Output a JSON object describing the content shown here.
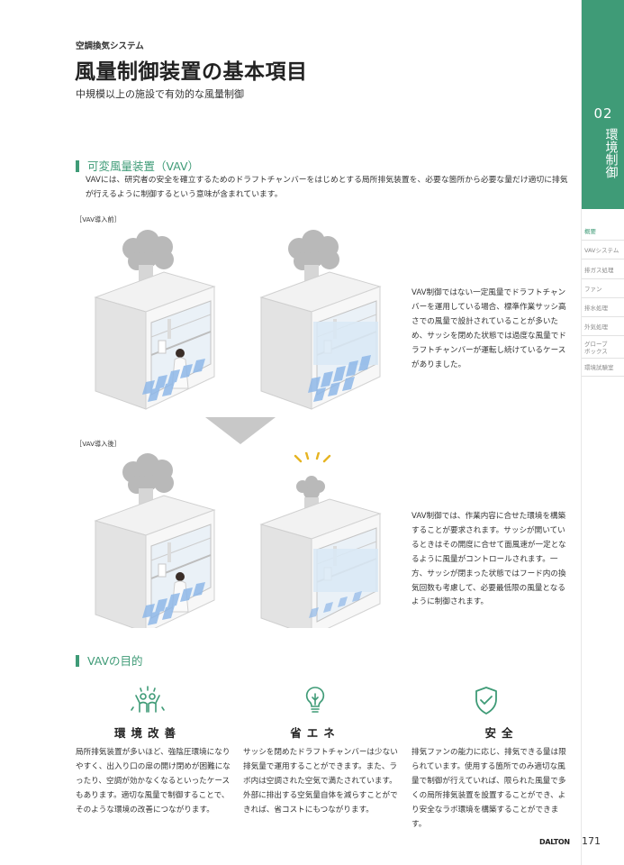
{
  "header": {
    "eyebrow": "空調換気システム",
    "title": "風量制御装置の基本項目",
    "subtitle": "中規模以上の施設で有効的な風量制御"
  },
  "section_vav": {
    "heading": "可変風量装置（VAV）",
    "description": "VAVには、研究者の安全を確立するためのドラフトチャンバーをはじめとする局所排気装置を、必要な箇所から必要な量だけ適切に排気が行えるように制御するという意味が含まれています。"
  },
  "case_before": {
    "label": "［VAV導入前］",
    "text": "VAV制御ではない一定風量でドラフトチャンバーを運用している場合、標準作業サッシ高さでの風量で設計されていることが多いため、サッシを閉めた状態では過度な風量でドラフトチャンバーが運転し続けているケースがありました。"
  },
  "case_after": {
    "label": "［VAV導入後］",
    "text": "VAV制御では、作業内容に合せた環境を構築することが要求されます。サッシが開いているときはその開度に合せて面風速が一定となるように風量がコントロールされます。一方、サッシが閉まった状態ではフード内の換気回数も考慮して、必要最低限の風量となるように制御されます。"
  },
  "section_purpose": {
    "heading": "VAVの目的",
    "items": [
      {
        "icon": "people-cheer-icon",
        "title": "環境改善",
        "body": "局所排気装置が多いほど、強陰圧環境になりやすく、出入り口の扉の開け閉めが困難になったり、空調が効かなくなるといったケースもあります。適切な風量で制御することで、そのような環境の改善につながります。"
      },
      {
        "icon": "lightbulb-icon",
        "title": "省エネ",
        "body": "サッシを閉めたドラフトチャンバーは少ない排気量で運用することができます。また、ラボ内は空調された空気で満たされています。外部に排出する空気量自体を減らすことができれば、省コストにもつながります。"
      },
      {
        "icon": "shield-check-icon",
        "title": "安全",
        "body": "排気ファンの能力に応じ、排気できる量は限られています。使用する箇所でのみ適切な風量で制御が行えていれば、限られた風量で多くの局所排気装置を設置することができ、より安全なラボ環境を構築することができます。"
      }
    ]
  },
  "sidebar": {
    "number": "02",
    "title": "環境制御",
    "items": [
      {
        "label": "概要",
        "active": true
      },
      {
        "label": "VAVシステム",
        "active": false
      },
      {
        "label": "排ガス処理",
        "active": false
      },
      {
        "label": "ファン",
        "active": false
      },
      {
        "label": "排水処理",
        "active": false
      },
      {
        "label": "外気処理",
        "active": false
      },
      {
        "label": "グローブボックス",
        "active": false
      },
      {
        "label": "環境試験室",
        "active": false
      }
    ]
  },
  "footer": {
    "brand": "DALTON",
    "page": "171"
  },
  "colors": {
    "accent": "#3f9b77",
    "airflow": "#8fb8e8"
  }
}
